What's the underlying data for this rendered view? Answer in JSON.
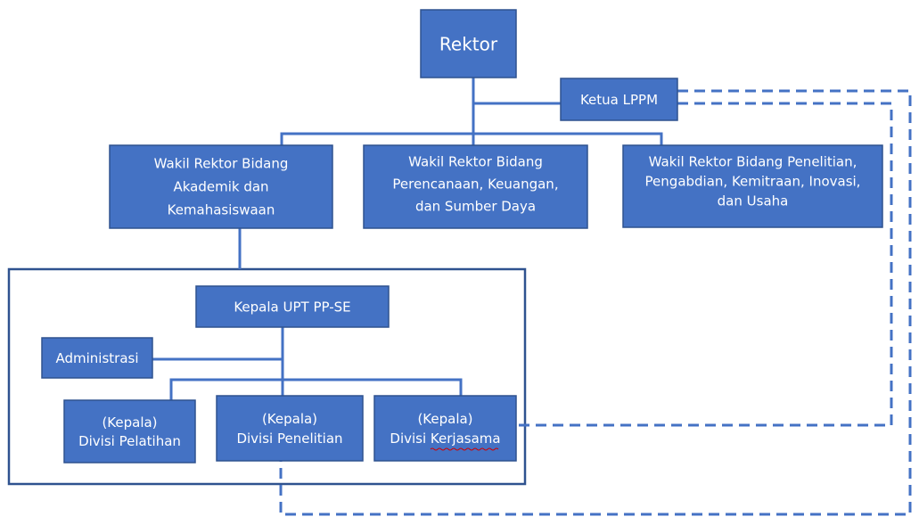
{
  "org_chart": {
    "rektor": {
      "lines": [
        "Rektor"
      ]
    },
    "ketua_lppm": {
      "lines": [
        "Ketua LPPM"
      ]
    },
    "wr_akademik": {
      "lines": [
        "Wakil Rektor Bidang",
        "Akademik dan",
        "Kemahasiswaan"
      ]
    },
    "wr_perencanaan": {
      "lines": [
        "Wakil Rektor Bidang",
        "Perencanaan, Keuangan,",
        "dan Sumber Daya"
      ]
    },
    "wr_penelitian": {
      "lines": [
        "Wakil Rektor Bidang Penelitian,",
        "Pengabdian, Kemitraan, Inovasi,",
        "dan Usaha"
      ]
    },
    "kepala_upt": {
      "lines": [
        "Kepala UPT PP-SE"
      ]
    },
    "administrasi": {
      "lines": [
        "Administrasi"
      ]
    },
    "divisi_pelatihan": {
      "lines": [
        "(Kepala)",
        "Divisi Pelatihan"
      ]
    },
    "divisi_penelitian": {
      "lines": [
        "(Kepala)",
        "Divisi Penelitian"
      ]
    },
    "divisi_kerjasama": {
      "lines": [
        "(Kepala)",
        "Divisi Kerjasama"
      ]
    }
  },
  "colors": {
    "box_fill": "#4472c4",
    "box_border": "#2f528f",
    "connector": "#4472c4",
    "dashed_connector": "#4472c4",
    "group_frame": "#2f528f",
    "text": "#ffffff",
    "spellcheck_underline": "#d00000"
  }
}
